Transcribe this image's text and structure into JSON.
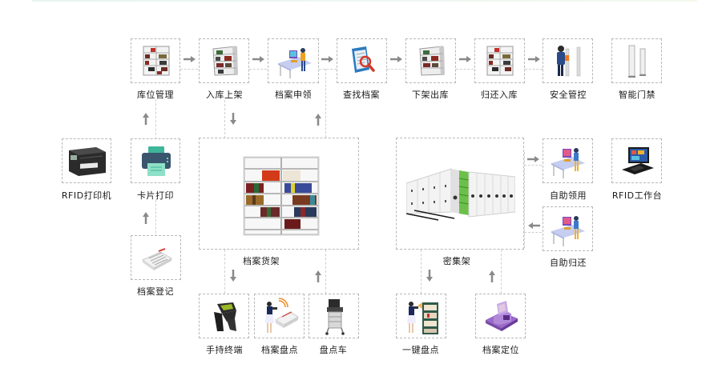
{
  "diagram": {
    "type": "RFID archive management workflow",
    "colors": {
      "border": "#b8b8b8",
      "connector": "#cfcfcf",
      "arrow": "#8a8a8a",
      "label": "#1a1a1a"
    },
    "top_row": [
      {
        "id": "storage-location-mgmt",
        "label": "库位管理",
        "icon": "bookshelf-icon"
      },
      {
        "id": "inbound-shelving",
        "label": "入库上架",
        "icon": "bookshelf-perspective-icon"
      },
      {
        "id": "archive-request",
        "label": "档案申领",
        "icon": "workstation-person-icon"
      },
      {
        "id": "search-archive",
        "label": "查找档案",
        "icon": "document-search-icon"
      },
      {
        "id": "off-shelf-outbound",
        "label": "下架出库",
        "icon": "bookshelf-perspective-icon"
      },
      {
        "id": "return-inbound",
        "label": "归还入库",
        "icon": "bookshelf-icon"
      },
      {
        "id": "security-control",
        "label": "安全管控",
        "icon": "security-gate-person-icon"
      },
      {
        "id": "smart-gate",
        "label": "智能门禁",
        "icon": "access-gate-icon"
      }
    ],
    "left_column": [
      {
        "id": "rfid-printer",
        "label": "RFID打印机",
        "icon": "industrial-printer-icon"
      },
      {
        "id": "card-print",
        "label": "卡片打印",
        "icon": "printer-icon"
      },
      {
        "id": "archive-registration",
        "label": "档案登记",
        "icon": "paper-stack-icon"
      }
    ],
    "center": {
      "archive_shelf": {
        "id": "archive-shelf",
        "label": "档案货架",
        "icon": "library-shelf-icon"
      },
      "compact_shelf": {
        "id": "compact-shelf",
        "label": "密集架",
        "icon": "mobile-shelving-icon"
      }
    },
    "right_column": [
      {
        "id": "self-borrow",
        "label": "自助领用",
        "icon": "workstation-person-icon"
      },
      {
        "id": "rfid-workstation",
        "label": "RFID工作台",
        "icon": "monitor-reader-icon"
      },
      {
        "id": "self-return",
        "label": "自助归还",
        "icon": "workstation-person-icon"
      }
    ],
    "bottom_row": [
      {
        "id": "handheld-terminal",
        "label": "手持终端",
        "icon": "handheld-scanner-icon"
      },
      {
        "id": "archive-inventory",
        "label": "档案盘点",
        "icon": "person-scanning-papers-icon"
      },
      {
        "id": "inventory-cart",
        "label": "盘点车",
        "icon": "inventory-cart-icon"
      },
      {
        "id": "one-click-inventory",
        "label": "一键盘点",
        "icon": "person-scanning-shelf-icon"
      },
      {
        "id": "archive-locating",
        "label": "档案定位",
        "icon": "file-cabinet-icon"
      }
    ]
  }
}
